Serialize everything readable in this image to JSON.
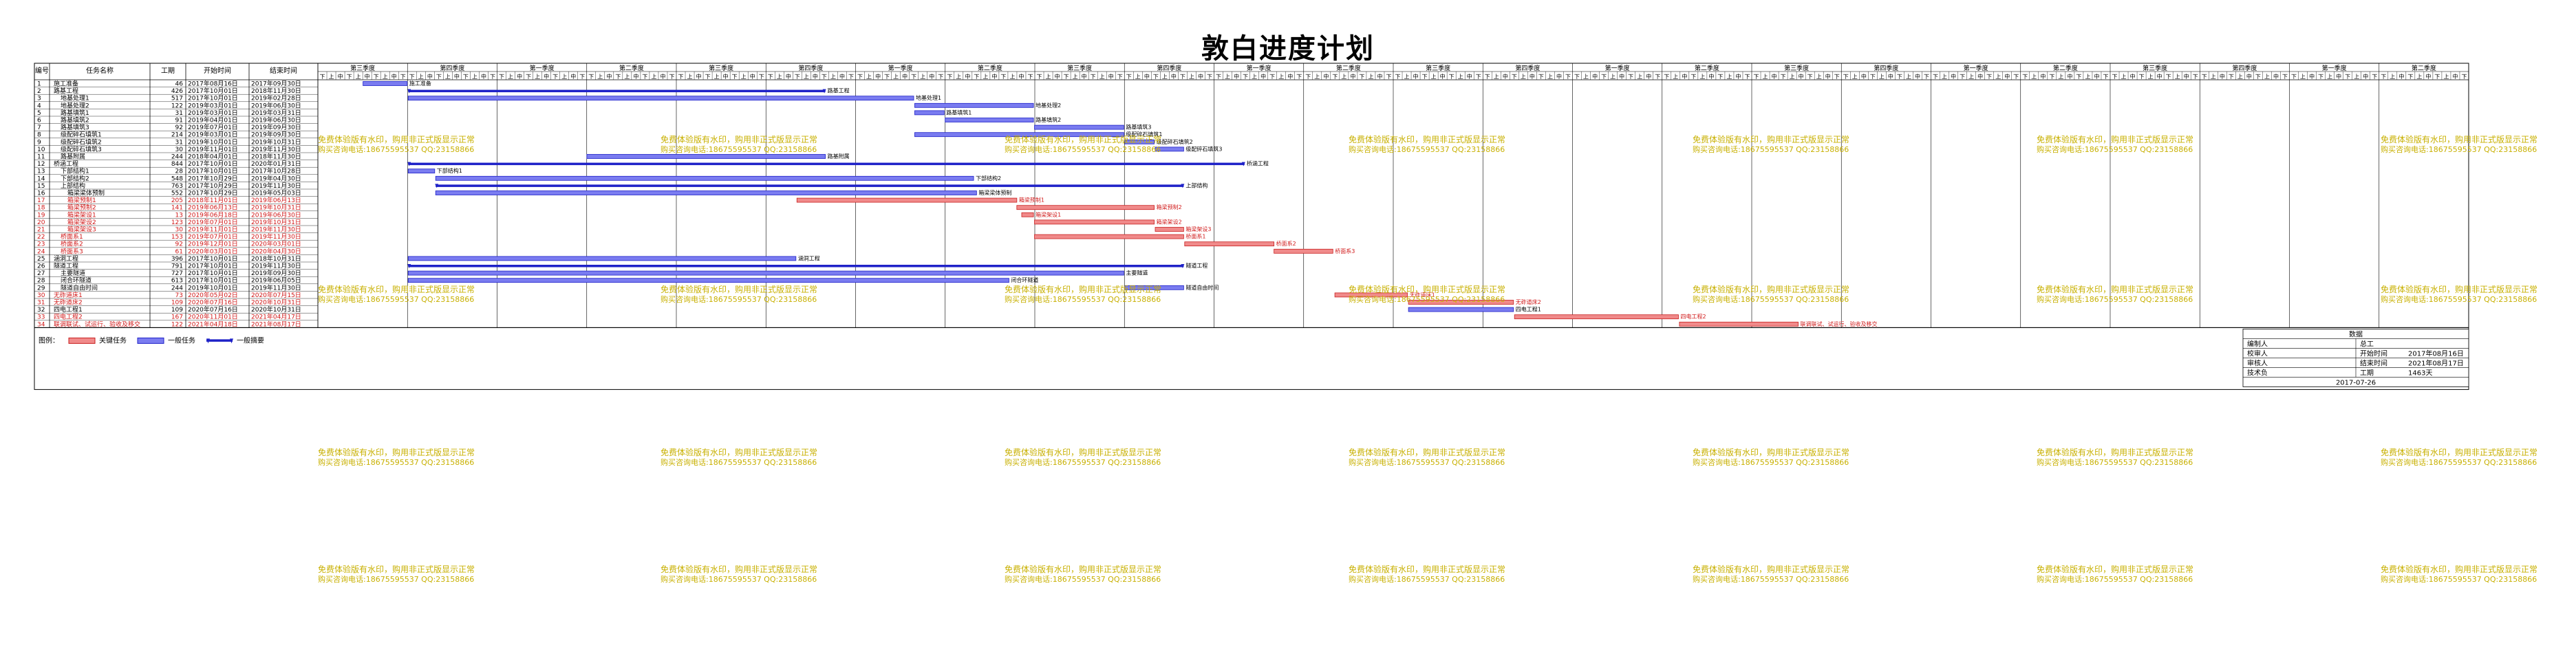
{
  "title": "敦白进度计划",
  "colors": {
    "normal_fill": "#7a7cf0",
    "normal_stroke": "#1f22c8",
    "critical_fill": "#f08a8a",
    "critical_stroke": "#c81f1f",
    "summary": "#1f22c8",
    "watermark": "#c8b000",
    "critical_text": "#d01818"
  },
  "table_headers": [
    "编号",
    "任务名称",
    "工期",
    "开始时间",
    "结束时间"
  ],
  "timeline": {
    "start": "2017-07-01",
    "end": "2023-07-01",
    "quarters": [
      "第三季度",
      "第四季度",
      "第一季度",
      "第二季度",
      "第三季度",
      "第四季度",
      "第一季度",
      "第二季度",
      "第三季度",
      "第四季度",
      "第一季度",
      "第二季度",
      "第三季度",
      "第四季度",
      "第一季度",
      "第二季度",
      "第三季度",
      "第四季度",
      "第一季度",
      "第二季度",
      "第三季度",
      "第四季度",
      "第一季度",
      "第二季度"
    ],
    "subcells": [
      "下",
      "上",
      "中",
      "下",
      "上",
      "中",
      "下",
      "上",
      "中",
      "下"
    ]
  },
  "tasks": [
    {
      "id": "1",
      "name": "施工准备",
      "indent": 0,
      "duration": "46",
      "start": "2017年08月16日",
      "end": "2017年09月30日",
      "critical": false,
      "summary": false
    },
    {
      "id": "2",
      "name": "路基工程",
      "indent": 0,
      "duration": "426",
      "start": "2017年10月01日",
      "end": "2018年11月30日",
      "critical": false,
      "summary": true
    },
    {
      "id": "3",
      "name": "地基处理1",
      "indent": 1,
      "duration": "517",
      "start": "2017年10月01日",
      "end": "2019年02月28日",
      "critical": false,
      "summary": false
    },
    {
      "id": "4",
      "name": "地基处理2",
      "indent": 1,
      "duration": "122",
      "start": "2019年03月01日",
      "end": "2019年06月30日",
      "critical": false,
      "summary": false
    },
    {
      "id": "5",
      "name": "路基填筑1",
      "indent": 1,
      "duration": "31",
      "start": "2019年03月01日",
      "end": "2019年03月31日",
      "critical": false,
      "summary": false
    },
    {
      "id": "6",
      "name": "路基填筑2",
      "indent": 1,
      "duration": "91",
      "start": "2019年04月01日",
      "end": "2019年06月30日",
      "critical": false,
      "summary": false
    },
    {
      "id": "7",
      "name": "路基填筑3",
      "indent": 1,
      "duration": "92",
      "start": "2019年07月01日",
      "end": "2019年09月30日",
      "critical": false,
      "summary": false
    },
    {
      "id": "8",
      "name": "级配碎石填筑1",
      "indent": 1,
      "duration": "214",
      "start": "2019年03月01日",
      "end": "2019年09月30日",
      "critical": false,
      "summary": false
    },
    {
      "id": "9",
      "name": "级配碎石填筑2",
      "indent": 1,
      "duration": "31",
      "start": "2019年10月01日",
      "end": "2019年10月31日",
      "critical": false,
      "summary": false
    },
    {
      "id": "10",
      "name": "级配碎石填筑3",
      "indent": 1,
      "duration": "30",
      "start": "2019年11月01日",
      "end": "2019年11月30日",
      "critical": false,
      "summary": false
    },
    {
      "id": "11",
      "name": "路基附属",
      "indent": 1,
      "duration": "244",
      "start": "2018年04月01日",
      "end": "2018年11月30日",
      "critical": false,
      "summary": false
    },
    {
      "id": "12",
      "name": "桥涵工程",
      "indent": 0,
      "duration": "844",
      "start": "2017年10月01日",
      "end": "2020年01月31日",
      "critical": false,
      "summary": true
    },
    {
      "id": "13",
      "name": "下部结构1",
      "indent": 1,
      "duration": "28",
      "start": "2017年10月01日",
      "end": "2017年10月28日",
      "critical": false,
      "summary": false
    },
    {
      "id": "14",
      "name": "下部结构2",
      "indent": 1,
      "duration": "548",
      "start": "2017年10月29日",
      "end": "2019年04月30日",
      "critical": false,
      "summary": false
    },
    {
      "id": "15",
      "name": "上部结构",
      "indent": 1,
      "duration": "763",
      "start": "2017年10月29日",
      "end": "2019年11月30日",
      "critical": false,
      "summary": true
    },
    {
      "id": "16",
      "name": "箱梁梁体预制",
      "indent": 2,
      "duration": "552",
      "start": "2017年10月29日",
      "end": "2019年05月03日",
      "critical": false,
      "summary": false
    },
    {
      "id": "17",
      "name": "箱梁预制1",
      "indent": 2,
      "duration": "205",
      "start": "2018年11月01日",
      "end": "2019年06月13日",
      "critical": true,
      "summary": false
    },
    {
      "id": "18",
      "name": "箱梁预制2",
      "indent": 2,
      "duration": "141",
      "start": "2019年06月13日",
      "end": "2019年10月31日",
      "critical": true,
      "summary": false
    },
    {
      "id": "19",
      "name": "箱梁架设1",
      "indent": 2,
      "duration": "13",
      "start": "2019年06月18日",
      "end": "2019年06月30日",
      "critical": true,
      "summary": false
    },
    {
      "id": "20",
      "name": "箱梁架设2",
      "indent": 2,
      "duration": "123",
      "start": "2019年07月01日",
      "end": "2019年10月31日",
      "critical": true,
      "summary": false
    },
    {
      "id": "21",
      "name": "箱梁架设3",
      "indent": 2,
      "duration": "30",
      "start": "2019年11月01日",
      "end": "2019年11月30日",
      "critical": true,
      "summary": false
    },
    {
      "id": "22",
      "name": "桥面系1",
      "indent": 1,
      "duration": "153",
      "start": "2019年07月01日",
      "end": "2019年11月30日",
      "critical": true,
      "summary": false
    },
    {
      "id": "23",
      "name": "桥面系2",
      "indent": 1,
      "duration": "92",
      "start": "2019年12月01日",
      "end": "2020年03月01日",
      "critical": true,
      "summary": false
    },
    {
      "id": "24",
      "name": "桥面系3",
      "indent": 1,
      "duration": "61",
      "start": "2020年03月01日",
      "end": "2020年04月30日",
      "critical": true,
      "summary": false
    },
    {
      "id": "25",
      "name": "涵洞工程",
      "indent": 0,
      "duration": "396",
      "start": "2017年10月01日",
      "end": "2018年10月31日",
      "critical": false,
      "summary": false
    },
    {
      "id": "26",
      "name": "隧道工程",
      "indent": 0,
      "duration": "791",
      "start": "2017年10月01日",
      "end": "2019年11月30日",
      "critical": false,
      "summary": true
    },
    {
      "id": "27",
      "name": "主要隧道",
      "indent": 1,
      "duration": "727",
      "start": "2017年10月01日",
      "end": "2019年09月30日",
      "critical": false,
      "summary": false
    },
    {
      "id": "28",
      "name": "闭合环隧道",
      "indent": 1,
      "duration": "613",
      "start": "2017年10月01日",
      "end": "2019年06月05日",
      "critical": false,
      "summary": false
    },
    {
      "id": "29",
      "name": "隧道自由时间",
      "indent": 1,
      "duration": "244",
      "start": "2019年10月01日",
      "end": "2019年11月30日",
      "critical": false,
      "summary": false
    },
    {
      "id": "30",
      "name": "无砟道床1",
      "indent": 0,
      "duration": "73",
      "start": "2020年05月02日",
      "end": "2020年07月15日",
      "critical": true,
      "summary": false
    },
    {
      "id": "31",
      "name": "无砟道床2",
      "indent": 0,
      "duration": "109",
      "start": "2020年07月16日",
      "end": "2020年10月31日",
      "critical": true,
      "summary": false
    },
    {
      "id": "32",
      "name": "四电工程1",
      "indent": 0,
      "duration": "109",
      "start": "2020年07月16日",
      "end": "2020年10月31日",
      "critical": false,
      "summary": false
    },
    {
      "id": "33",
      "name": "四电工程2",
      "indent": 0,
      "duration": "167",
      "start": "2020年11月01日",
      "end": "2021年04月17日",
      "critical": true,
      "summary": false
    },
    {
      "id": "34",
      "name": "联调联试、试运行、验收及移交",
      "indent": 0,
      "duration": "122",
      "start": "2021年04月18日",
      "end": "2021年08月17日",
      "critical": true,
      "summary": false
    }
  ],
  "chart_data": {
    "type": "gantt",
    "title": "敦白进度计划",
    "x_range": [
      "2017-07-01",
      "2023-07-01"
    ],
    "bars": [
      {
        "task": "施工准备",
        "start": "2017-08-16",
        "end": "2017-09-30",
        "kind": "normal"
      },
      {
        "task": "路基工程",
        "start": "2017-10-01",
        "end": "2018-11-30",
        "kind": "summary"
      },
      {
        "task": "地基处理1",
        "start": "2017-10-01",
        "end": "2019-02-28",
        "kind": "normal"
      },
      {
        "task": "地基处理2",
        "start": "2019-03-01",
        "end": "2019-06-30",
        "kind": "normal"
      },
      {
        "task": "路基填筑1",
        "start": "2019-03-01",
        "end": "2019-03-31",
        "kind": "normal"
      },
      {
        "task": "路基填筑2",
        "start": "2019-04-01",
        "end": "2019-06-30",
        "kind": "normal"
      },
      {
        "task": "路基填筑3",
        "start": "2019-07-01",
        "end": "2019-09-30",
        "kind": "normal"
      },
      {
        "task": "级配碎石填筑1",
        "start": "2019-03-01",
        "end": "2019-09-30",
        "kind": "normal"
      },
      {
        "task": "级配碎石填筑2",
        "start": "2019-10-01",
        "end": "2019-10-31",
        "kind": "normal"
      },
      {
        "task": "级配碎石填筑3",
        "start": "2019-11-01",
        "end": "2019-11-30",
        "kind": "normal"
      },
      {
        "task": "路基附属",
        "start": "2018-04-01",
        "end": "2018-11-30",
        "kind": "normal"
      },
      {
        "task": "桥涵工程",
        "start": "2017-10-01",
        "end": "2020-01-31",
        "kind": "summary"
      },
      {
        "task": "下部结构1",
        "start": "2017-10-01",
        "end": "2017-10-28",
        "kind": "normal"
      },
      {
        "task": "下部结构2",
        "start": "2017-10-29",
        "end": "2019-04-30",
        "kind": "normal"
      },
      {
        "task": "上部结构",
        "start": "2017-10-29",
        "end": "2019-11-30",
        "kind": "summary"
      },
      {
        "task": "箱梁梁体预制",
        "start": "2017-10-29",
        "end": "2019-05-03",
        "kind": "normal"
      },
      {
        "task": "箱梁预制1",
        "start": "2018-11-01",
        "end": "2019-06-13",
        "kind": "critical"
      },
      {
        "task": "箱梁预制2",
        "start": "2019-06-13",
        "end": "2019-10-31",
        "kind": "critical"
      },
      {
        "task": "箱梁架设1",
        "start": "2019-06-18",
        "end": "2019-06-30",
        "kind": "critical"
      },
      {
        "task": "箱梁架设2",
        "start": "2019-07-01",
        "end": "2019-10-31",
        "kind": "critical"
      },
      {
        "task": "箱梁架设3",
        "start": "2019-11-01",
        "end": "2019-11-30",
        "kind": "critical"
      },
      {
        "task": "桥面系1",
        "start": "2019-07-01",
        "end": "2019-11-30",
        "kind": "critical"
      },
      {
        "task": "桥面系2",
        "start": "2019-12-01",
        "end": "2020-03-01",
        "kind": "critical"
      },
      {
        "task": "桥面系3",
        "start": "2020-03-01",
        "end": "2020-04-30",
        "kind": "critical"
      },
      {
        "task": "涵洞工程",
        "start": "2017-10-01",
        "end": "2018-10-31",
        "kind": "normal"
      },
      {
        "task": "隧道工程",
        "start": "2017-10-01",
        "end": "2019-11-30",
        "kind": "summary"
      },
      {
        "task": "主要隧道",
        "start": "2017-10-01",
        "end": "2019-09-30",
        "kind": "normal"
      },
      {
        "task": "闭合环隧道",
        "start": "2017-10-01",
        "end": "2019-06-05",
        "kind": "normal"
      },
      {
        "task": "隧道自由时间",
        "start": "2019-10-01",
        "end": "2019-11-30",
        "kind": "normal"
      },
      {
        "task": "无砟道床1",
        "start": "2020-05-02",
        "end": "2020-07-15",
        "kind": "critical"
      },
      {
        "task": "无砟道床2",
        "start": "2020-07-16",
        "end": "2020-10-31",
        "kind": "critical"
      },
      {
        "task": "四电工程1",
        "start": "2020-07-16",
        "end": "2020-10-31",
        "kind": "normal"
      },
      {
        "task": "四电工程2",
        "start": "2020-11-01",
        "end": "2021-04-17",
        "kind": "critical"
      },
      {
        "task": "联调联试、试运行、验收及移交",
        "start": "2021-04-18",
        "end": "2021-08-17",
        "kind": "critical"
      }
    ]
  },
  "legend": {
    "label": "图例：",
    "critical": "关键任务",
    "normal": "一般任务",
    "summary": "一般摘要"
  },
  "watermark": {
    "line1": "免费体验版有水印，购用非正式版显示正常",
    "line2": "购买咨询电话:18675595537 QQ:23158866"
  },
  "info_box": {
    "label": "数据",
    "rows": [
      {
        "k": "编制人",
        "v": "",
        "k2": "总工",
        "v2": ""
      },
      {
        "k": "校审人",
        "v": "",
        "k2": "开始时间",
        "v2": "2017年08月16日"
      },
      {
        "k": "审核人",
        "v": "",
        "k2": "结束时间",
        "v2": "2021年08月17日"
      },
      {
        "k": "技术负",
        "v": "",
        "k2": "工期",
        "v2": "1463天"
      }
    ],
    "date": "2017-07-26"
  }
}
